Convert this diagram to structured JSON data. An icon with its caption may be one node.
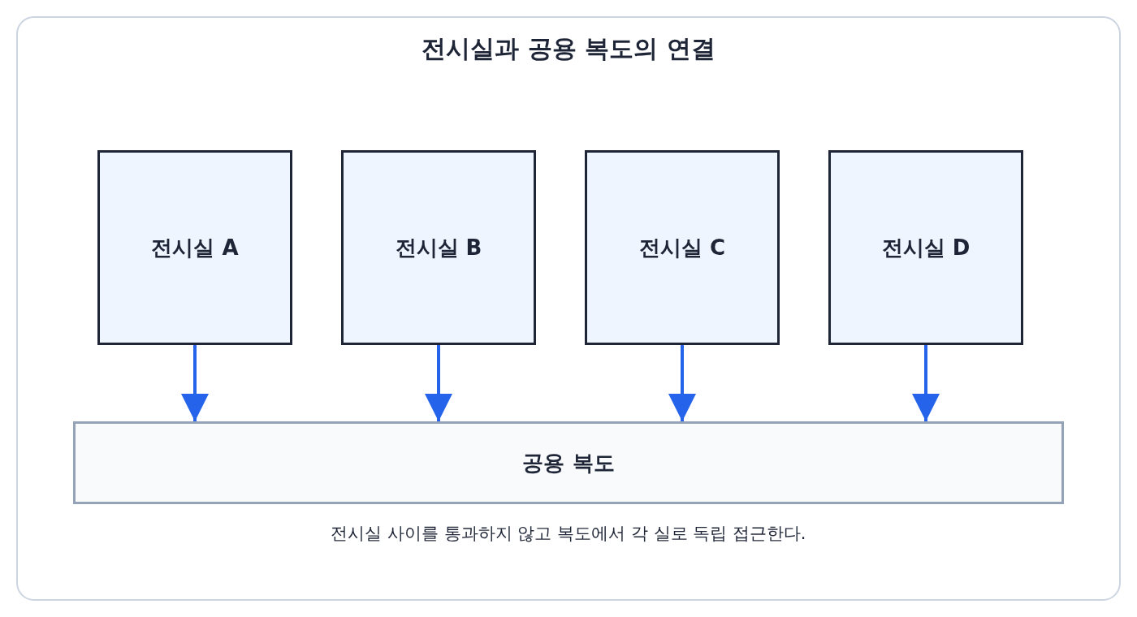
{
  "diagram": {
    "title": "전시실과 공용 복도의 연결",
    "caption": "전시실 사이를 통과하지 않고 복도에서 각 실로 독립 접근한다.",
    "nodes": [
      {
        "text": [
          "전시실 A"
        ]
      },
      {
        "text": [
          "전시실 B"
        ]
      },
      {
        "text": [
          "전시실 C"
        ]
      },
      {
        "text": [
          "전시실 D"
        ]
      },
      {
        "text": [
          "공용 복도"
        ]
      }
    ],
    "edges": [
      {
        "from": 0,
        "to": 4,
        "arrow": "to"
      },
      {
        "from": 1,
        "to": 4,
        "arrow": "to"
      },
      {
        "from": 2,
        "to": 4,
        "arrow": "to"
      },
      {
        "from": 3,
        "to": 4,
        "arrow": "to"
      }
    ]
  }
}
